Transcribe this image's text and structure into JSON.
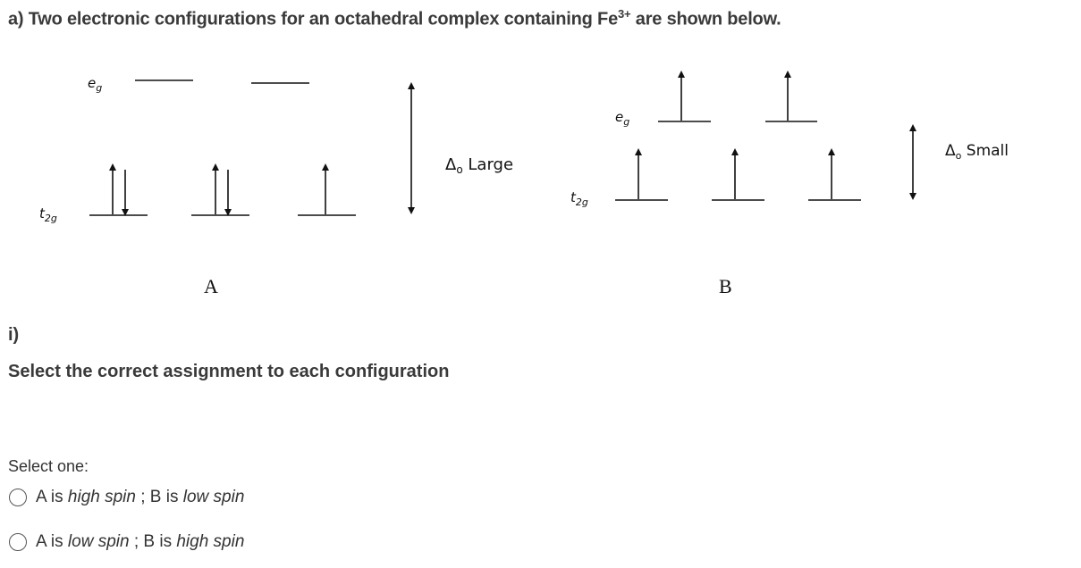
{
  "question": {
    "title_pre": "a) Two electronic configurations for an octahedral complex containing Fe",
    "title_sup": "3+",
    "title_post": " are shown below."
  },
  "diagram": {
    "a": {
      "eg_label": "e",
      "eg_sub": "g",
      "t2g_label": "t",
      "t2g_sub": "2g",
      "delta_label": "Δ",
      "delta_sub": "o",
      "delta_word": " Large",
      "caption": "A"
    },
    "b": {
      "eg_label": "e",
      "eg_sub": "g",
      "t2g_label": "t",
      "t2g_sub": "2g",
      "delta_label": "Δ",
      "delta_sub": "o",
      "delta_word": " Small",
      "caption": "B"
    }
  },
  "part": {
    "label": "i)",
    "prompt": "Select the correct assignment to each configuration"
  },
  "answers": {
    "select_one": "Select one:",
    "options": [
      {
        "a_pre": "A is ",
        "a_spin": "high spin",
        "sep": " ; B is ",
        "b_spin": "low spin"
      },
      {
        "a_pre": "A is ",
        "a_spin": "low spin",
        "sep": " ; B is ",
        "b_spin": "high spin"
      }
    ]
  }
}
